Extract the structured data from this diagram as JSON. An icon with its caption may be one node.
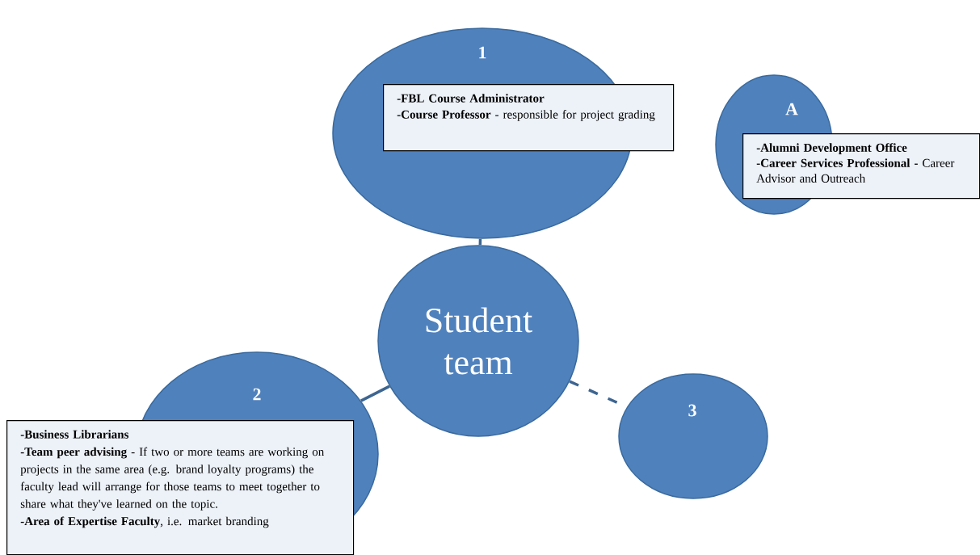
{
  "diagram": {
    "nodes": [
      {
        "text": [
          "1"
        ]
      },
      {
        "text": [
          "-FBL Course Administrator",
          "**-Course Professor** - responsible for project grading"
        ]
      },
      {
        "text": [
          "A"
        ]
      },
      {
        "text": [
          "-Alumni Development Office",
          "**-Career Services Professional -** Career Advisor and Outreach"
        ]
      },
      {
        "text": [
          "Student team"
        ]
      },
      {
        "text": [
          "2"
        ]
      },
      {
        "text": [
          "-Business Librarians",
          "**-Team peer advising** - If two or more teams are working on projects in the same area (e.g. brand loyalty programs) the faculty lead will arrange for those teams to meet together to share what they've learned on the topic.",
          "**-Area of Expertise Faculty**, i.e. market branding"
        ]
      },
      {
        "text": [
          "3"
        ]
      }
    ],
    "edges": [
      {
        "from": 0,
        "to": 4,
        "arrow": "none"
      },
      {
        "from": 4,
        "to": 5,
        "arrow": "none"
      },
      {
        "from": 4,
        "to": 7,
        "arrow": "none",
        "style": "dashed"
      }
    ]
  }
}
